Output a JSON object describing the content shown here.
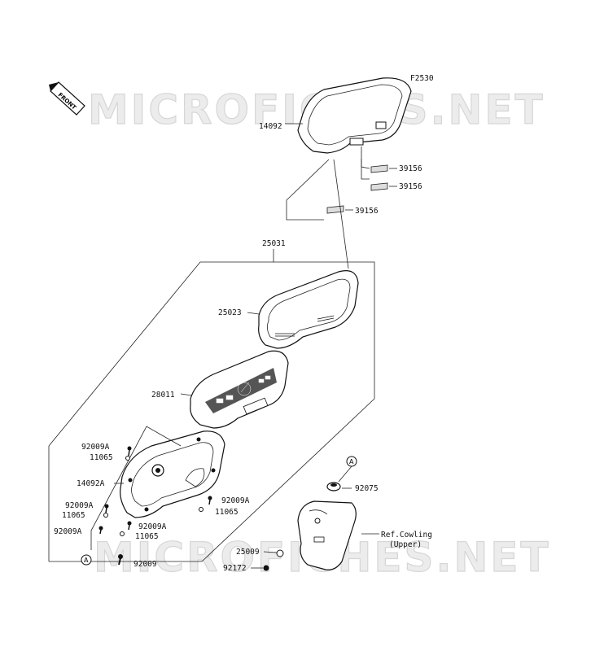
{
  "figure_code": "F2530",
  "front_label": "FRONT",
  "watermark": "MICROFICHES.NET",
  "callouts": [
    {
      "id": "14092",
      "text": "14092"
    },
    {
      "id": "39156a",
      "text": "39156"
    },
    {
      "id": "39156b",
      "text": "39156"
    },
    {
      "id": "39156c",
      "text": "39156"
    },
    {
      "id": "25031",
      "text": "25031"
    },
    {
      "id": "25023",
      "text": "25023"
    },
    {
      "id": "28011",
      "text": "28011"
    },
    {
      "id": "92009A_1",
      "text": "92009A"
    },
    {
      "id": "11065_1",
      "text": "11065"
    },
    {
      "id": "14092A",
      "text": "14092A"
    },
    {
      "id": "92009A_2",
      "text": "92009A"
    },
    {
      "id": "11065_2",
      "text": "11065"
    },
    {
      "id": "92009A_3",
      "text": "92009A"
    },
    {
      "id": "92009A_4",
      "text": "92009A"
    },
    {
      "id": "11065_3",
      "text": "11065"
    },
    {
      "id": "92009A_5",
      "text": "92009A"
    },
    {
      "id": "11065_4",
      "text": "11065"
    },
    {
      "id": "92009",
      "text": "92009"
    },
    {
      "id": "92075",
      "text": "92075"
    },
    {
      "id": "25009",
      "text": "25009"
    },
    {
      "id": "92172",
      "text": "92172"
    }
  ],
  "reference_note": {
    "line1": "Ref.Cowling",
    "line2": "(Upper)"
  },
  "markers": [
    {
      "id": "A1",
      "text": "A"
    },
    {
      "id": "A2",
      "text": "A"
    }
  ]
}
